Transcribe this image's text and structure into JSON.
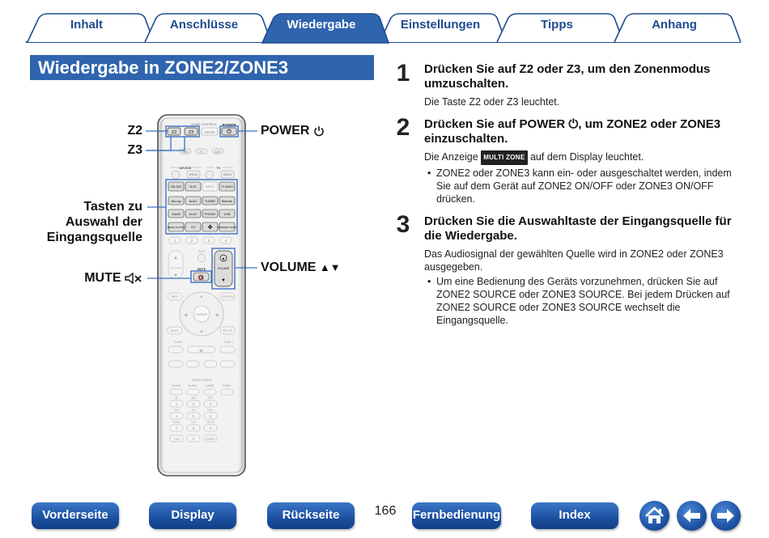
{
  "tabs": [
    {
      "label": "Inhalt",
      "active": false
    },
    {
      "label": "Anschlüsse",
      "active": false
    },
    {
      "label": "Wiedergabe",
      "active": true
    },
    {
      "label": "Einstellungen",
      "active": false
    },
    {
      "label": "Tipps",
      "active": false
    },
    {
      "label": "Anhang",
      "active": false
    }
  ],
  "colors": {
    "accent": "#2f64ae",
    "tab_border": "#1e4c8e",
    "highlight_box": "#3b6fc0"
  },
  "section_title": "Wiedergabe in ZONE2/ZONE3",
  "callouts": {
    "z2": "Z2",
    "z3": "Z3",
    "input_select": [
      "Tasten zu",
      "Auswahl der",
      "Eingangsquelle"
    ],
    "mute": "MUTE",
    "power": "POWER",
    "volume": "VOLUME"
  },
  "remote": {
    "top_labels": {
      "zone_control": "ZONE CONTROL",
      "power": "POWER",
      "main": "MAIN",
      "z2": "Z2",
      "z3": "Z3"
    },
    "small_buttons": [
      "DEV",
      "TV",
      "AUX"
    ],
    "device": "DEVICE",
    "tv": "TV",
    "menu": "MENU",
    "input": "INPUT",
    "source_rows": [
      [
        "CBL/SAT",
        "DVD",
        "",
        "TV AUDIO"
      ],
      [
        "Blu-ray",
        "AUX1",
        "TUNER",
        "Bluetooth"
      ],
      [
        "GAME",
        "AUX2",
        "PHONO",
        "USB"
      ],
      [
        "MEDIA PLAYER",
        "CD",
        "",
        "INTERNET RADIO"
      ]
    ],
    "channel_level": "CH LEVEL",
    "mute": "MUTE",
    "volume": "VOLUME",
    "info": "INFO",
    "option": "OPTION",
    "enter": "ENTER",
    "back": "BACK",
    "setup": "SETUP",
    "tune_minus": "TUNE −",
    "tune_plus": "TUNE +",
    "sound_mode": "SOUND MODE",
    "sound_modes": [
      "MOVIE",
      "MUSIC",
      "GAME",
      "PURE"
    ],
    "keypad": [
      "1",
      "2",
      "3",
      "4",
      "5",
      "6",
      "7",
      "8",
      "9",
      "+10",
      "0",
      "ENTER"
    ],
    "keypad_letters": [
      "@.",
      "ABC",
      "DEF",
      "GHI",
      "JKL",
      "MNO",
      "PQRS",
      "TUV",
      "WXYZ"
    ],
    "eco": "ECO",
    "numbers_top": [
      "1",
      "2",
      "3",
      "4"
    ]
  },
  "steps": [
    {
      "number": "1",
      "title": "Drücken Sie auf Z2 oder Z3, um den Zonenmodus umzuschalten.",
      "body": "Die Taste Z2 oder Z3 leuchtet."
    },
    {
      "number": "2",
      "title": "Drücken Sie auf POWER ⏻, um ZONE2 oder ZONE3 einzuschalten.",
      "body_before": "Die Anzeige",
      "display_indicator": "MULTI ZONE",
      "body_after": "auf dem Display leuchtet.",
      "bullets": [
        "ZONE2 oder ZONE3 kann ein- oder ausgeschaltet werden, indem Sie auf dem Gerät auf ZONE2 ON/OFF oder ZONE3 ON/OFF drücken."
      ]
    },
    {
      "number": "3",
      "title": "Drücken Sie die Auswahltaste der Eingangsquelle für die Wiedergabe.",
      "body": "Das Audiosignal der gewählten Quelle wird in ZONE2 oder ZONE3 ausgegeben.",
      "bullets": [
        "Um eine Bedienung des Geräts vorzunehmen, drücken Sie auf ZONE2 SOURCE oder ZONE3 SOURCE. Bei jedem Drücken auf ZONE2 SOURCE oder ZONE3 SOURCE wechselt die Eingangsquelle."
      ]
    }
  ],
  "bottom_nav": {
    "buttons": [
      "Vorderseite",
      "Display",
      "Rückseite",
      "Fernbedienung",
      "Index"
    ],
    "page_number": "166",
    "icons": [
      "home-icon",
      "arrow-left-icon",
      "arrow-right-icon"
    ]
  }
}
